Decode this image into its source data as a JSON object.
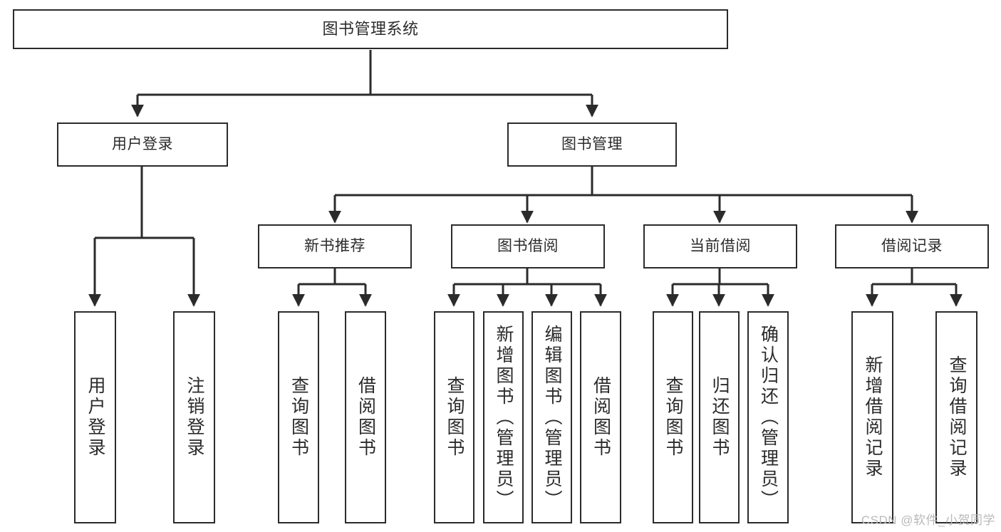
{
  "diagram": {
    "title": "图书管理系统",
    "watermark": "CSDN @软件_小贺同学",
    "stroke_color": "#2b2b2b",
    "background_color": "#ffffff",
    "type": "tree-hierarchy-chart",
    "levels": [
      {
        "level": 0,
        "nodes": [
          {
            "id": "root",
            "label": "图书管理系统"
          }
        ]
      },
      {
        "level": 1,
        "nodes": [
          {
            "id": "user-login",
            "label": "用户登录",
            "parent": "root"
          },
          {
            "id": "book-manage",
            "label": "图书管理",
            "parent": "root"
          }
        ]
      },
      {
        "level": 2,
        "nodes": [
          {
            "id": "new-book-rec",
            "label": "新书推荐",
            "parent": "book-manage"
          },
          {
            "id": "book-borrow",
            "label": "图书借阅",
            "parent": "book-manage"
          },
          {
            "id": "current-borrow",
            "label": "当前借阅",
            "parent": "book-manage"
          },
          {
            "id": "borrow-record",
            "label": "借阅记录",
            "parent": "book-manage"
          }
        ]
      },
      {
        "level": 3,
        "nodes": [
          {
            "id": "leaf-user-login",
            "label": "用户登录",
            "parent": "user-login"
          },
          {
            "id": "leaf-user-logout",
            "label": "注销登录",
            "parent": "user-login"
          },
          {
            "id": "leaf-query-book-1",
            "label": "查询图书",
            "parent": "new-book-rec"
          },
          {
            "id": "leaf-borrow-book-1",
            "label": "借阅图书",
            "parent": "new-book-rec"
          },
          {
            "id": "leaf-query-book-2",
            "label": "查询图书",
            "parent": "book-borrow"
          },
          {
            "id": "leaf-add-book",
            "label": "新增图书（管理员）",
            "parent": "book-borrow"
          },
          {
            "id": "leaf-edit-book",
            "label": "编辑图书（管理员）",
            "parent": "book-borrow"
          },
          {
            "id": "leaf-borrow-book-2",
            "label": "借阅图书",
            "parent": "book-borrow"
          },
          {
            "id": "leaf-query-book-3",
            "label": "查询图书",
            "parent": "current-borrow"
          },
          {
            "id": "leaf-return-book",
            "label": "归还图书",
            "parent": "current-borrow"
          },
          {
            "id": "leaf-confirm-return",
            "label": "确认归还（管理员）",
            "parent": "current-borrow"
          },
          {
            "id": "leaf-add-record",
            "label": "新增借阅记录",
            "parent": "borrow-record"
          },
          {
            "id": "leaf-query-record",
            "label": "查询借阅记录",
            "parent": "borrow-record"
          }
        ]
      }
    ]
  }
}
